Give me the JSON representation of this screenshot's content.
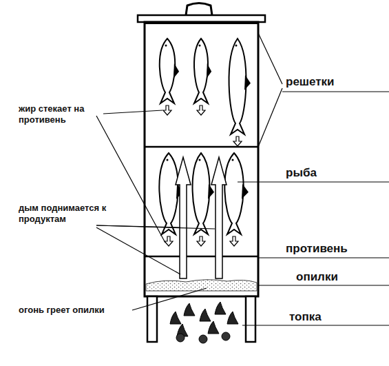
{
  "diagram": {
    "labels": [
      "решетки",
      "жир стекает на противень",
      "рыба",
      "дым поднимается к продуктам",
      "противень",
      "опилки",
      "огонь греет опилки",
      "топка"
    ]
  }
}
